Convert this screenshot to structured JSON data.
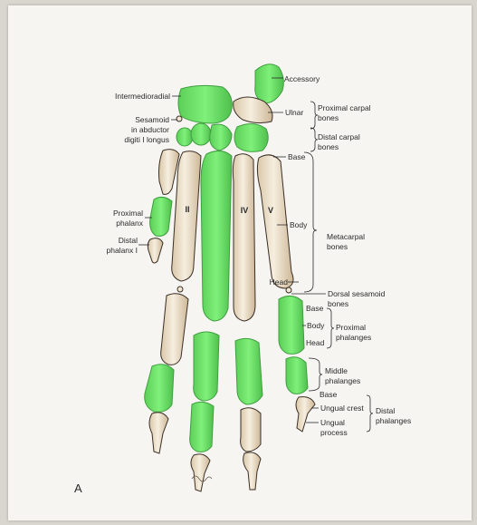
{
  "colors": {
    "paper": "#f6f5f2",
    "bone_fill": "#f0e6d3",
    "bone_stroke": "#3b2f25",
    "clay": "#6fe06a",
    "clay_dark": "#46b648",
    "text": "#2a2a2a"
  },
  "labels": {
    "accessory": "Accessory",
    "intermedioradial": "Intermedioradial",
    "ulnar": "Ulnar",
    "proximal_carpal": [
      "Proximal carpal",
      "bones"
    ],
    "distal_carpal": [
      "Distal carpal",
      "bones"
    ],
    "sesamoid": [
      "Sesamoid",
      "in abductor",
      "digiti I longus"
    ],
    "base_meta": "Base",
    "body_meta": "Body",
    "metacarpal": [
      "Metacarpal",
      "bones"
    ],
    "head_meta": "Head",
    "proximal_phalanx": [
      "Proximal",
      "phalanx"
    ],
    "distal_phalanx_I": [
      "Distal",
      "phalanx I"
    ],
    "numeral_II": "II",
    "numeral_IV": "IV",
    "numeral_V": "V",
    "dorsal_sesamoid": [
      "Dorsal sesamoid",
      "bones"
    ],
    "base_prox": "Base",
    "body_prox": "Body",
    "head_prox": "Head",
    "proximal_phalanges": [
      "Proximal",
      "phalanges"
    ],
    "middle_phalanges": [
      "Middle",
      "phalanges"
    ],
    "base_distal": "Base",
    "ungual_crest": "Ungual crest",
    "ungual_process": [
      "Ungual",
      "process"
    ],
    "distal_phalanges": [
      "Distal",
      "phalanges"
    ],
    "figure_letter": "A"
  }
}
